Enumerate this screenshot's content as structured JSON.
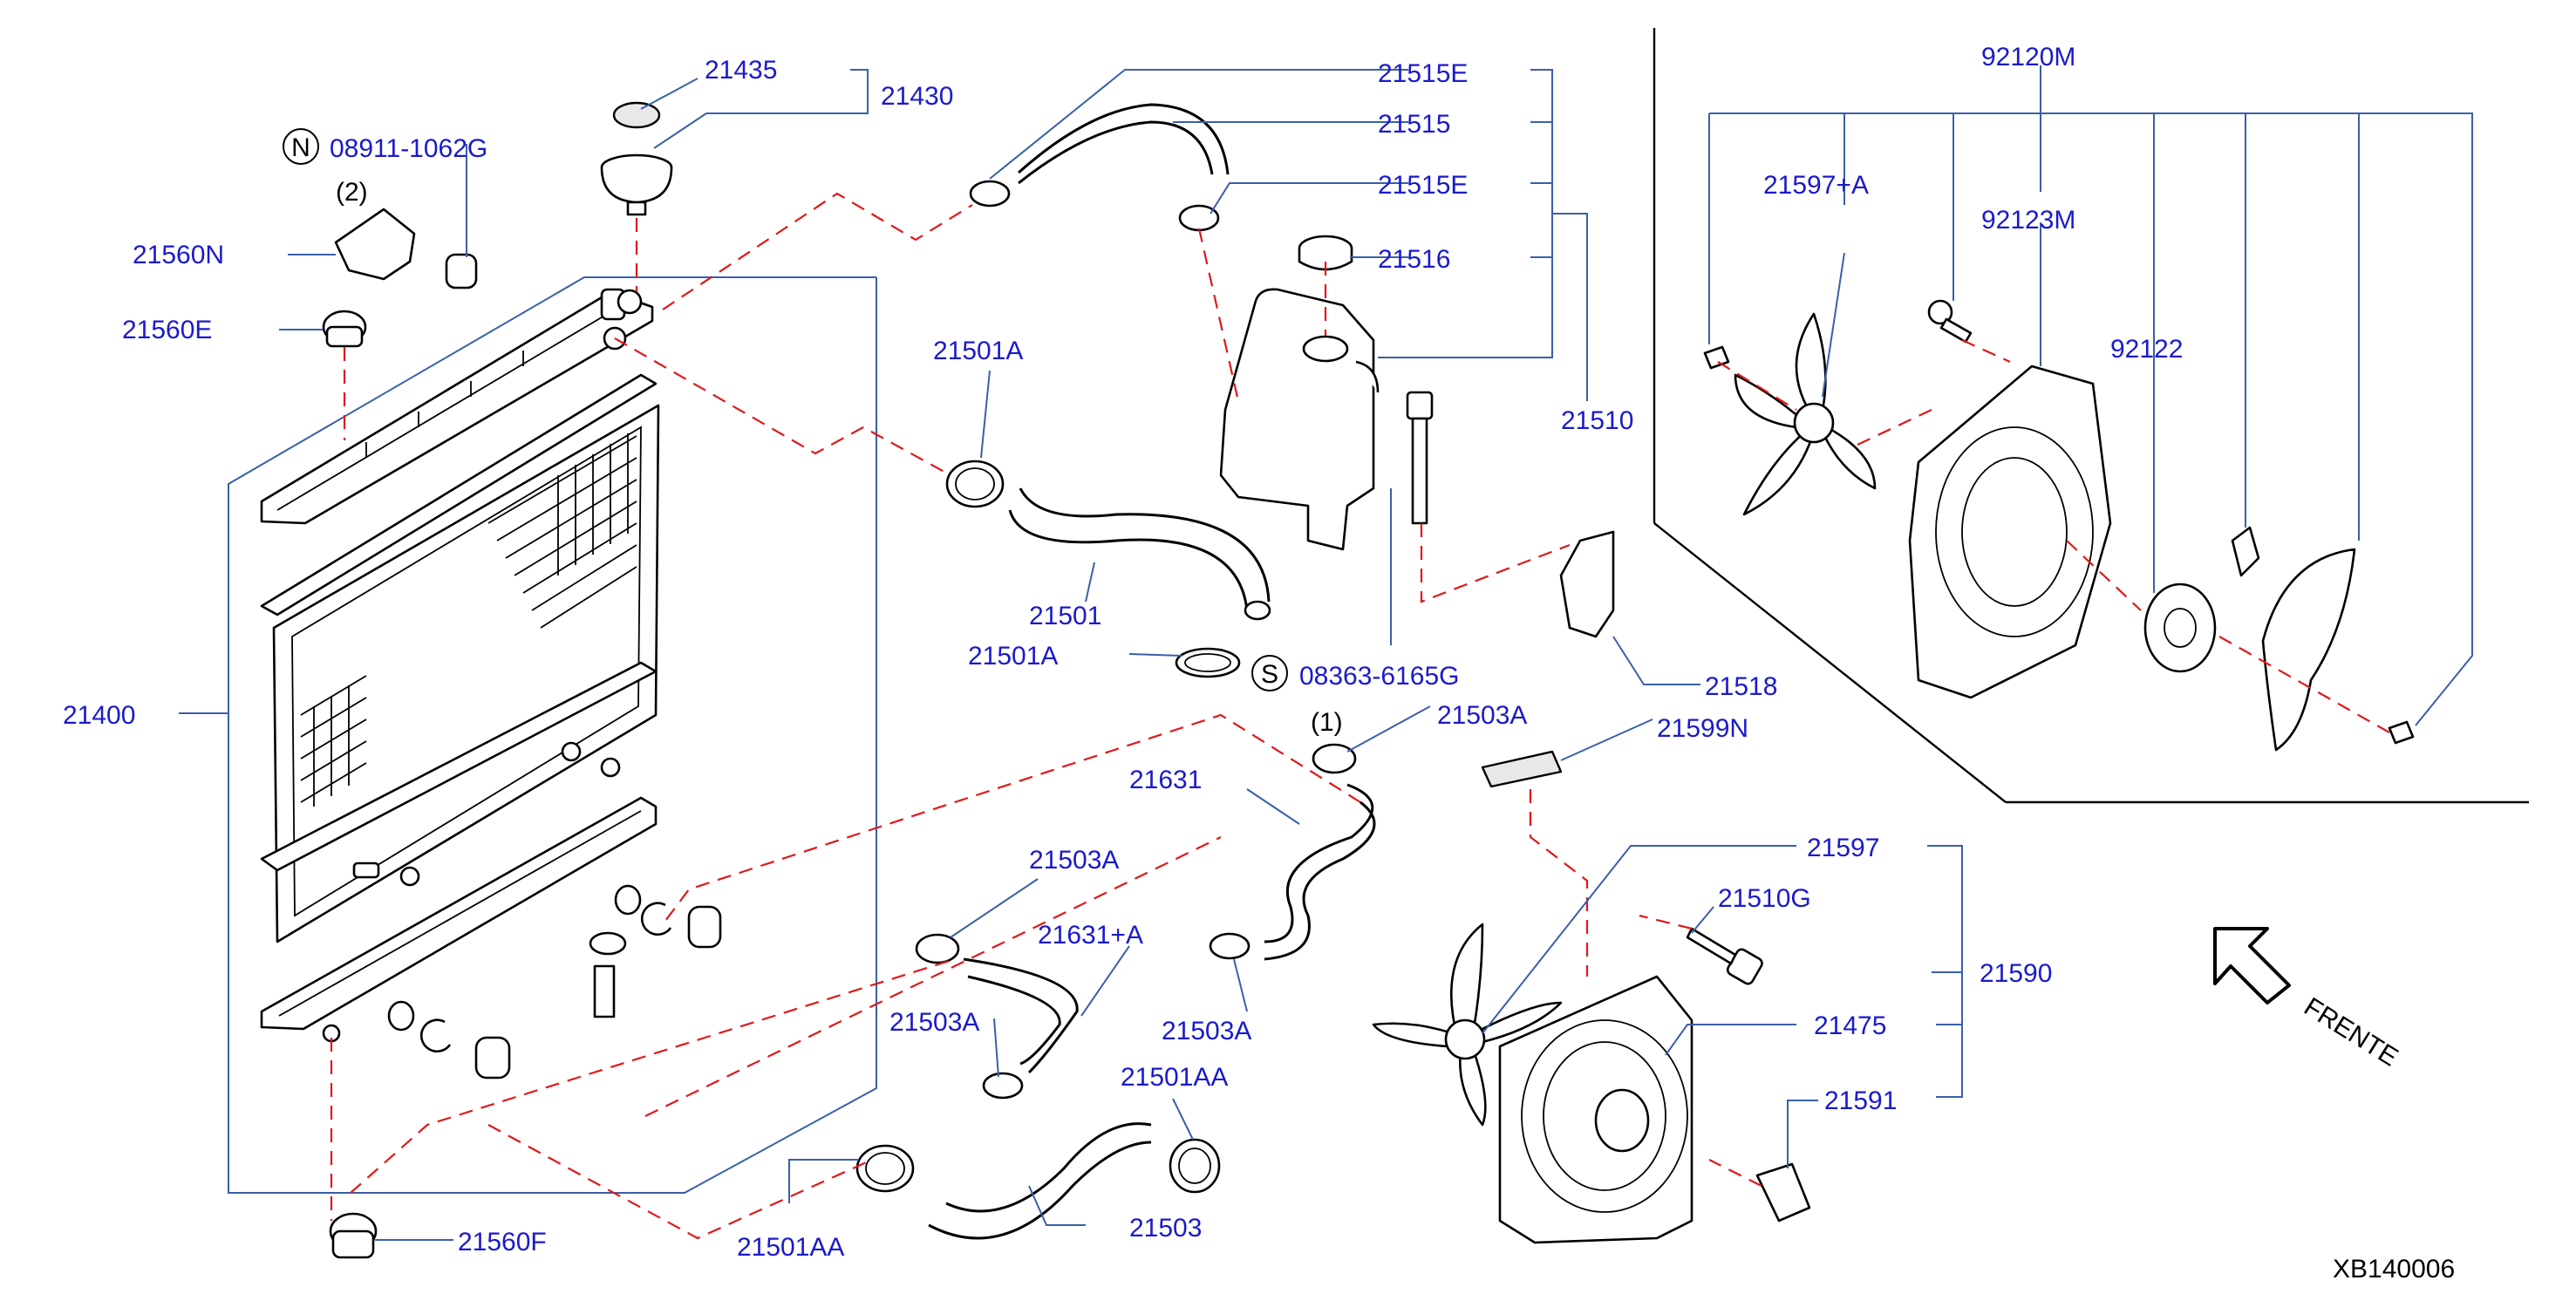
{
  "diagram_code": "XB140006",
  "direction_label": "FRENTE",
  "symbols": {
    "n_mark": "N",
    "s_mark": "S"
  },
  "quantities": {
    "q2": "(2)",
    "q1": "(1)"
  },
  "parts": {
    "p21435": "21435",
    "p21430": "21430",
    "p08911": "08911-1062G",
    "p21560N": "21560N",
    "p21560E": "21560E",
    "p21515E_top": "21515E",
    "p21515": "21515",
    "p21515E_bot": "21515E",
    "p21516": "21516",
    "p21510": "21510",
    "p21501A_top": "21501A",
    "p21501": "21501",
    "p21501A_bot": "21501A",
    "p08363": "08363-6165G",
    "p21518": "21518",
    "p21400": "21400",
    "p21503A_top": "21503A",
    "p21631": "21631",
    "p21599N": "21599N",
    "p21503A_l": "21503A",
    "p21631A": "21631+A",
    "p21503A_m": "21503A",
    "p21503A_r": "21503A",
    "p21501AA_r": "21501AA",
    "p21501AA_l": "21501AA",
    "p21503": "21503",
    "p21560F": "21560F",
    "p21597": "21597",
    "p21510G": "21510G",
    "p21590": "21590",
    "p21475": "21475",
    "p21591": "21591",
    "p92120M": "92120M",
    "p21597A": "21597+A",
    "p92123M": "92123M",
    "p92122": "92122"
  }
}
